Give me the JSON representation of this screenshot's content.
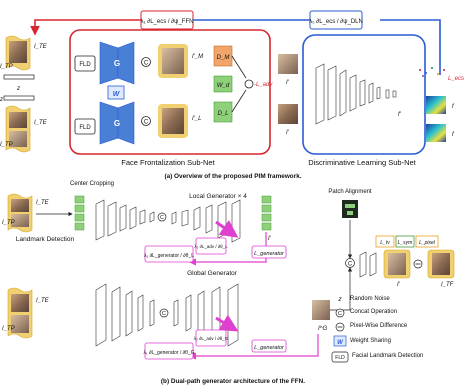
{
  "caption_a": "(a) Overview of the proposed PIM framework.",
  "caption_b": "(b) Dual-path generator architecture of the FFN.",
  "top": {
    "ffn_label": "Face Frontalization Sub-Net",
    "dln_label": "Discriminative Learning Sub-Net",
    "fld": "FLD",
    "g": "G",
    "w": "W",
    "z": "z",
    "i_tp": "I_TP",
    "i_te": "I_TE",
    "i_m": "I'_M",
    "i_l": "I'_L",
    "d_m": "D_M",
    "d_l": "D_L",
    "w_d": "W_d",
    "l_adv": "-L_adv",
    "i_prime": "I'",
    "f_prime": "f'",
    "f": "f",
    "l_ecs": "L_ecs",
    "lambda_top": "λ₁ ∂L_ecs / ∂ψ_FFN",
    "lambda_dln": "λ₀ ∂L_ecs / ∂ψ_DLN"
  },
  "bottom": {
    "center_cropping": "Center Cropping",
    "local_gen": "Local Generator × 4",
    "patch_alignment": "Patch Alignment",
    "landmark_detection": "Landmark Detection",
    "global_gen": "Global Generator",
    "l_generator": "L_generator",
    "l_generator_2": "L_generator",
    "lambda_gen": "λ₁ ∂L_generator / ∂θ_L",
    "lambda_gen_2": "λ₁ ∂L_generator / ∂θ_G",
    "lambda_local_2": "λ₂ ∂L_adv / ∂θ_L",
    "lambda_global_2": "λ₂ ∂L_adv / ∂θ_G",
    "l_tv": "L_tv",
    "l_sym": "L_sym",
    "l_pixel": "L_pixel",
    "i_prime": "I'",
    "i_tf": "I_TF",
    "i_te": "I_TE",
    "i_tp": "I_TP",
    "i_tf_local": "I_TF",
    "i_g": "I^G"
  },
  "legend": [
    {
      "symbol": "z",
      "text": "Random Noise"
    },
    {
      "symbol": "©",
      "text": "Concat Operation"
    },
    {
      "symbol": "⊖",
      "text": "Pixel-Wise Difference"
    },
    {
      "symbol": "W",
      "text": "Weight Sharing"
    },
    {
      "symbol": "FLD",
      "text": "Facial Landmark Detection"
    }
  ],
  "colors": {
    "red": "#d9262e",
    "blue": "#2a5cd6",
    "magenta": "#e040d0",
    "orange": "#f2a56a",
    "green": "#8fd07a",
    "teal": "#1a8a6a"
  }
}
